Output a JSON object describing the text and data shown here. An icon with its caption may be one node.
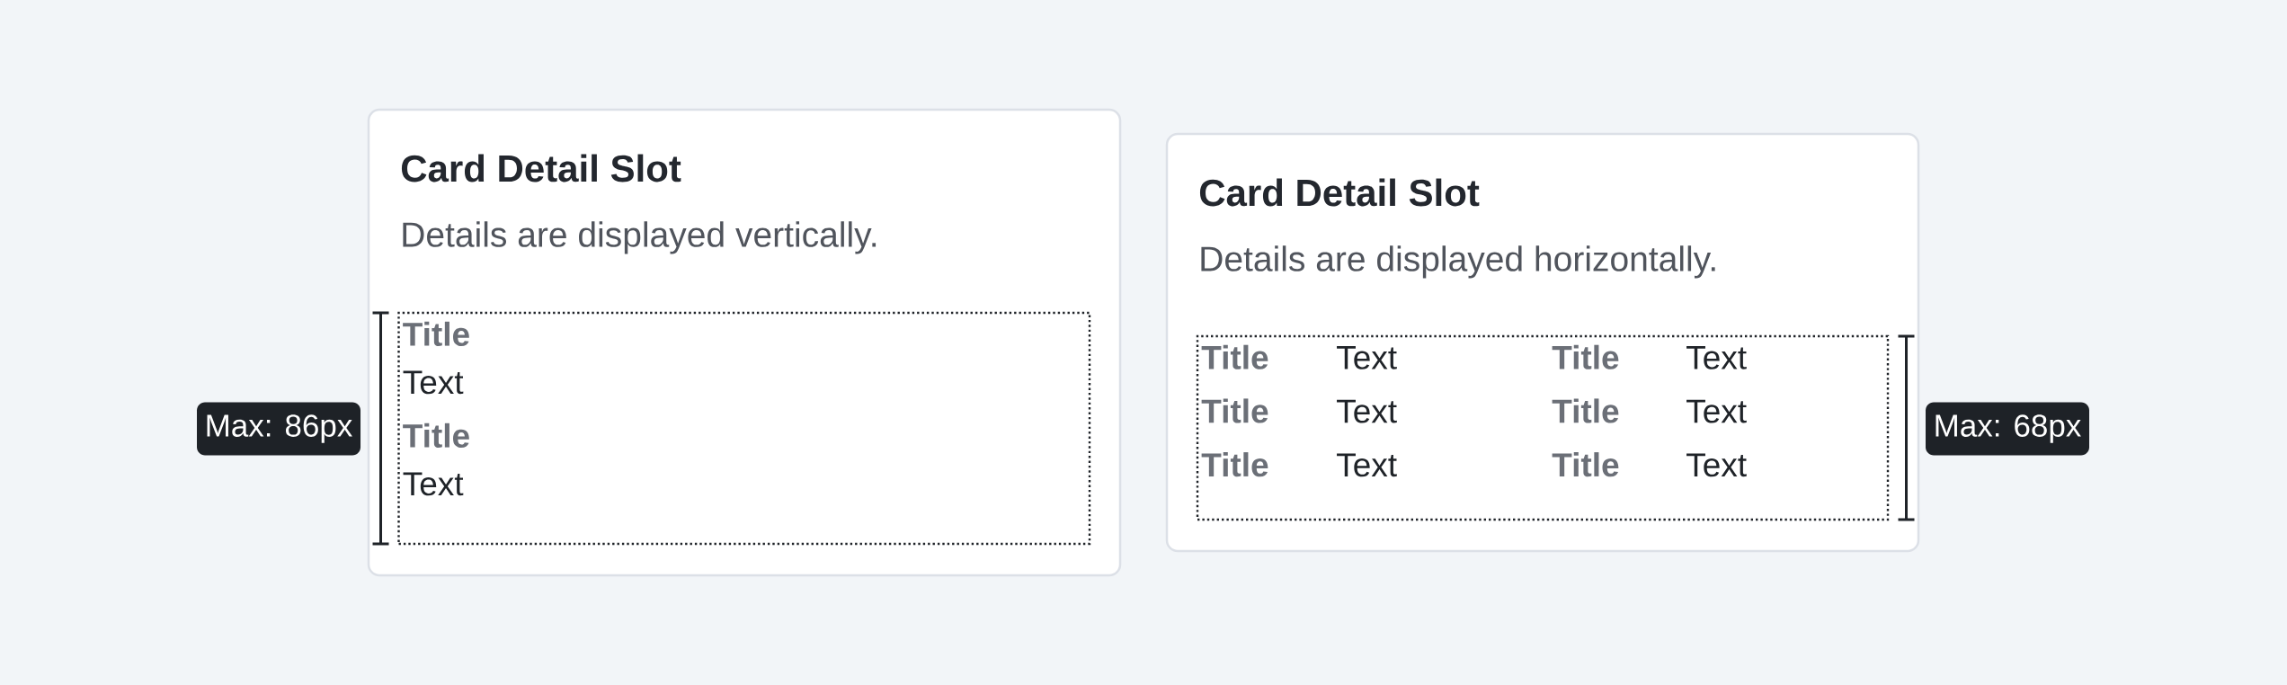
{
  "diagram": {
    "nodes": [
      {
        "text": [
          "Card Detail Slot",
          "Details are displayed vertically."
        ]
      },
      {
        "text": [
          "Title",
          "Text",
          "Title",
          "Text"
        ],
        "in": 0
      },
      {
        "text": [
          "Max: 86px"
        ]
      },
      {
        "text": [
          "Card Detail Slot",
          "Details are displayed horizontally."
        ]
      },
      {
        "text": [
          "Title",
          "Text",
          "Title",
          "Text",
          "Title",
          "Text",
          "Title",
          "Text",
          "Title",
          "Text",
          "Title",
          "Text"
        ],
        "in": 3
      },
      {
        "text": [
          "Max: 68px"
        ]
      }
    ]
  }
}
